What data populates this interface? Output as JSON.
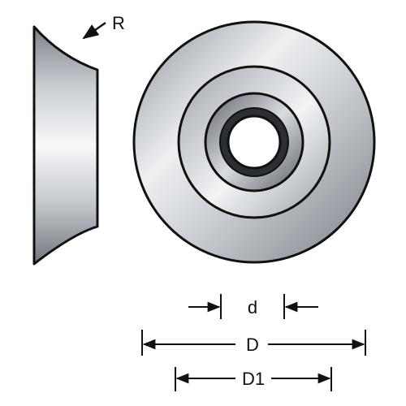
{
  "labels": {
    "radius": "R",
    "bore": "d",
    "outer_diameter": "D",
    "step_diameter": "D1"
  },
  "colors": {
    "outline": "#111111",
    "metal_light": "#f4f6f8",
    "metal_mid": "#b8bcc2",
    "metal_dark": "#6f747b",
    "background": "#ffffff"
  }
}
